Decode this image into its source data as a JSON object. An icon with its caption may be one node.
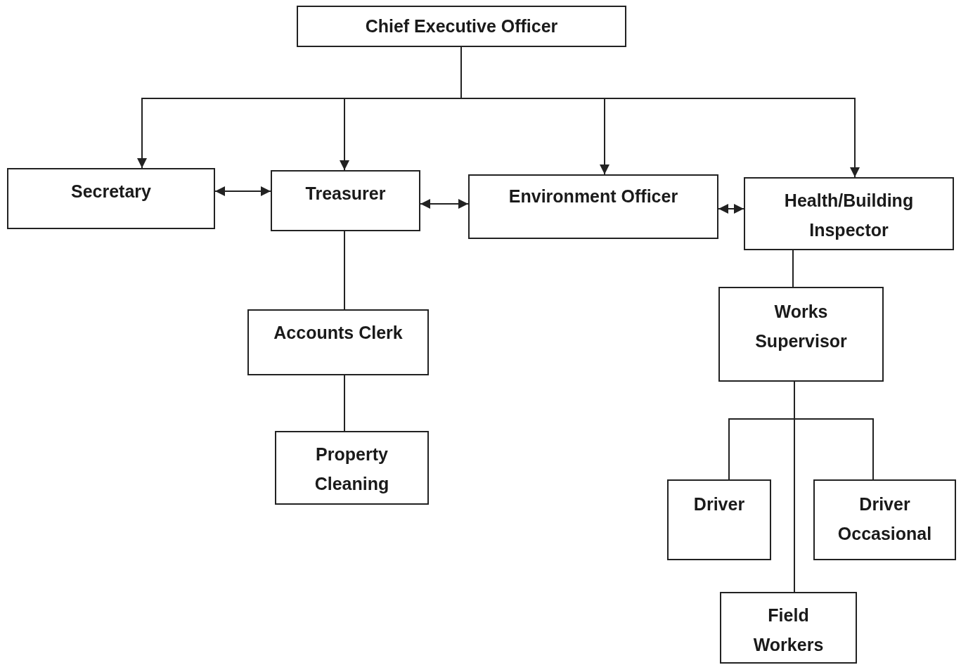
{
  "diagram": {
    "nodes": [
      {
        "text": [
          "Chief Executive Officer"
        ]
      },
      {
        "text": [
          "Secretary"
        ]
      },
      {
        "text": [
          "Treasurer"
        ]
      },
      {
        "text": [
          "Environment Officer"
        ]
      },
      {
        "text": [
          "Health/Building Inspector"
        ]
      },
      {
        "text": [
          "Accounts Clerk"
        ]
      },
      {
        "text": [
          "Property Cleaning"
        ]
      },
      {
        "text": [
          "Works Supervisor"
        ]
      },
      {
        "text": [
          "Driver"
        ]
      },
      {
        "text": [
          "Driver Occasional"
        ]
      },
      {
        "text": [
          "Field Workers"
        ]
      }
    ],
    "edges": [
      {
        "from": 0,
        "to": 1,
        "arrow": "to"
      },
      {
        "from": 0,
        "to": 2,
        "arrow": "to"
      },
      {
        "from": 0,
        "to": 3,
        "arrow": "to"
      },
      {
        "from": 0,
        "to": 4,
        "arrow": "to"
      },
      {
        "from": 1,
        "to": 2,
        "arrow": "both"
      },
      {
        "from": 2,
        "to": 3,
        "arrow": "both"
      },
      {
        "from": 3,
        "to": 4,
        "arrow": "both"
      },
      {
        "from": 2,
        "to": 5,
        "arrow": "none"
      },
      {
        "from": 5,
        "to": 6,
        "arrow": "none"
      },
      {
        "from": 4,
        "to": 7,
        "arrow": "none"
      },
      {
        "from": 7,
        "to": 8,
        "arrow": "none"
      },
      {
        "from": 7,
        "to": 9,
        "arrow": "none"
      },
      {
        "from": 7,
        "to": 10,
        "arrow": "none"
      }
    ]
  }
}
